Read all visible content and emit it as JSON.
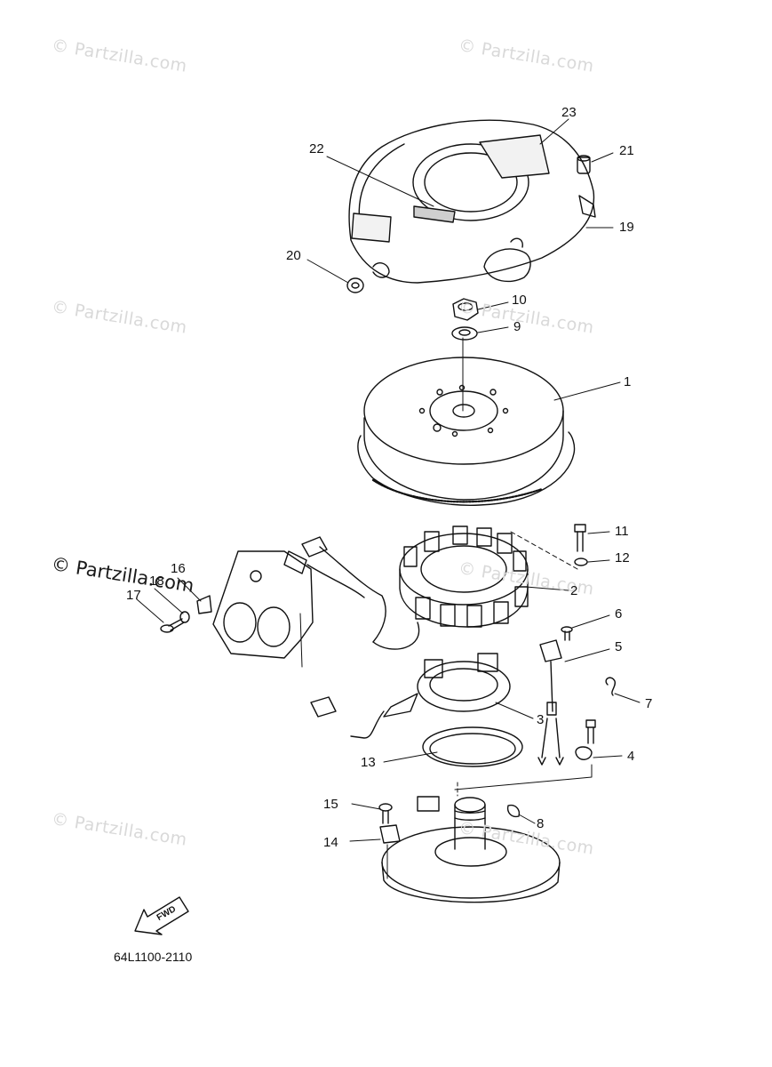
{
  "watermark": {
    "text": "© Partzilla.com",
    "faint_color": "#d9d9d9"
  },
  "callouts": [
    "1",
    "2",
    "3",
    "4",
    "5",
    "6",
    "7",
    "8",
    "9",
    "10",
    "11",
    "12",
    "13",
    "14",
    "15",
    "16",
    "17",
    "18",
    "19",
    "20",
    "21",
    "22",
    "23"
  ],
  "diagram_code": "64L1100-2110",
  "fwd_label": "FWD"
}
